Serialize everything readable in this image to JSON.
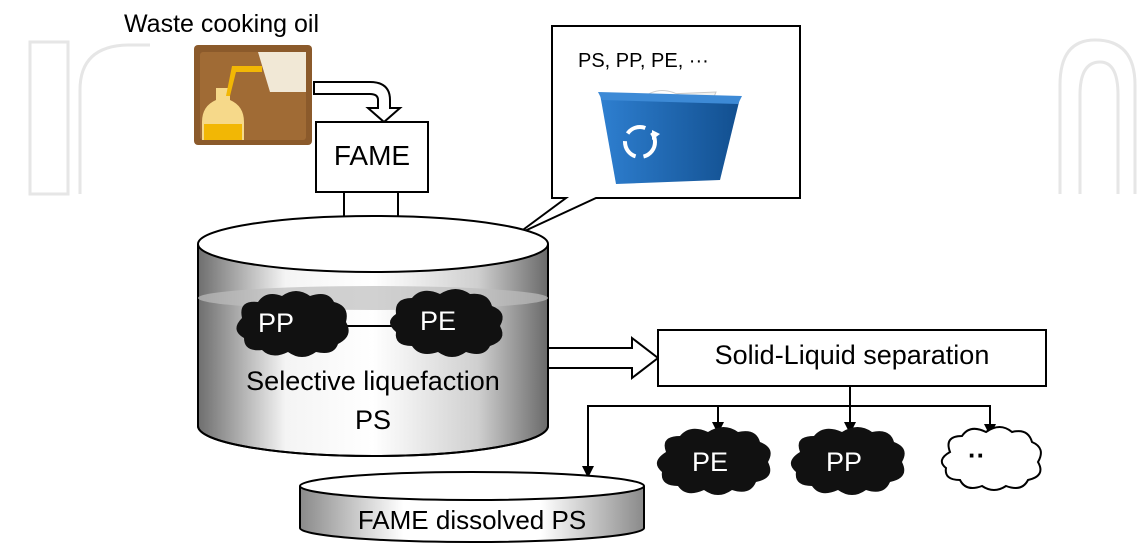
{
  "diagram": {
    "oil_label": "Waste cooking oil",
    "fame_label": "FAME",
    "plastics_label": "PS, PP, PE, ···",
    "pp_blob_label": "PP",
    "pe_blob_label": "PE",
    "process_label": "Selective liquefaction",
    "ps_label": "PS",
    "separation_label": "Solid-Liquid separation",
    "pe_out_label": "PE",
    "pp_out_label": "PP",
    "other_out_label": "··",
    "dissolved_label": "FAME dissolved PS"
  },
  "colors": {
    "outline": "#000000",
    "blob_fill": "#111111",
    "bin_blue": "#1a5fa8",
    "oil_tile": "#8b5a2b",
    "oil_yellow": "#f2b705",
    "watermark": "#e6e6e6"
  }
}
